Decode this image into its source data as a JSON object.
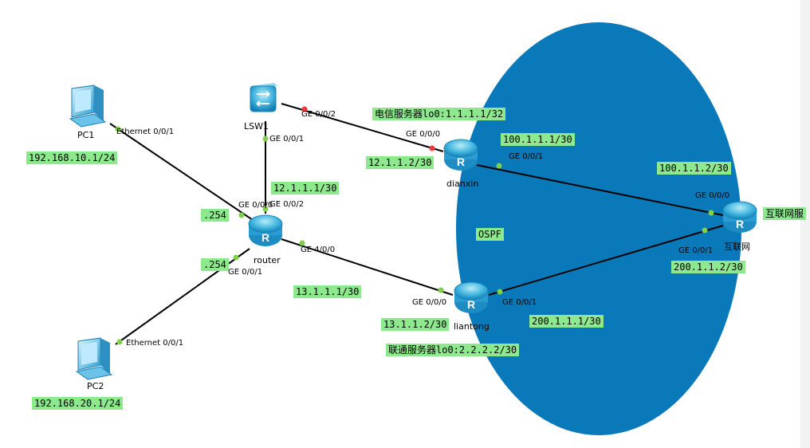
{
  "devices": {
    "pc1": "PC1",
    "pc2": "PC2",
    "lsw1": "LSW1",
    "router": "router",
    "dianxin": "dianxin",
    "liantong": "liantong",
    "internet": "互联网"
  },
  "ports": {
    "pc1_eth": "Ethernet 0/0/1",
    "pc2_eth": "Ethernet 0/0/1",
    "lsw1_g002": "GE 0/0/2",
    "lsw1_g001": "GE 0/0/1",
    "router_g000": "GE 0/0/0",
    "router_g002": "GE 0/0/2",
    "router_g400": "GE 4/0/0",
    "router_g001": "GE 0/0/1",
    "dianxin_g000": "GE 0/0/0",
    "dianxin_g001": "GE 0/0/1",
    "liantong_g000": "GE 0/0/0",
    "liantong_g001": "GE 0/0/1",
    "internet_g000": "GE 0/0/0",
    "internet_g001": "GE 0/0/1"
  },
  "tags": {
    "pc1_ip": "192.168.10.1/24",
    "pc2_ip": "192.168.20.1/24",
    "gw1": ".254",
    "gw2": ".254",
    "r_lsw_ip": "12.1.1.1/30",
    "r_lt_ip": "13.1.1.1/30",
    "dx_ip": "12.1.1.2/30",
    "dx_server": "电信服务器lo0:1.1.1.1/32",
    "dx_wan": "100.1.1.1/30",
    "inet_dx": "100.1.1.2/30",
    "inet_label": "互联网服",
    "inet_lt": "200.1.1.2/30",
    "lt_wan": "200.1.1.1/30",
    "lt_ip": "13.1.1.2/30",
    "lt_server": "联通服务器lo0:2.2.2.2/30",
    "ospf": "OSPF"
  },
  "colors": {
    "ellipse": "#0a79b9",
    "tag_bg": "#8ee98e",
    "port_up": "#7fd14a",
    "port_down": "#ee3a3a"
  }
}
